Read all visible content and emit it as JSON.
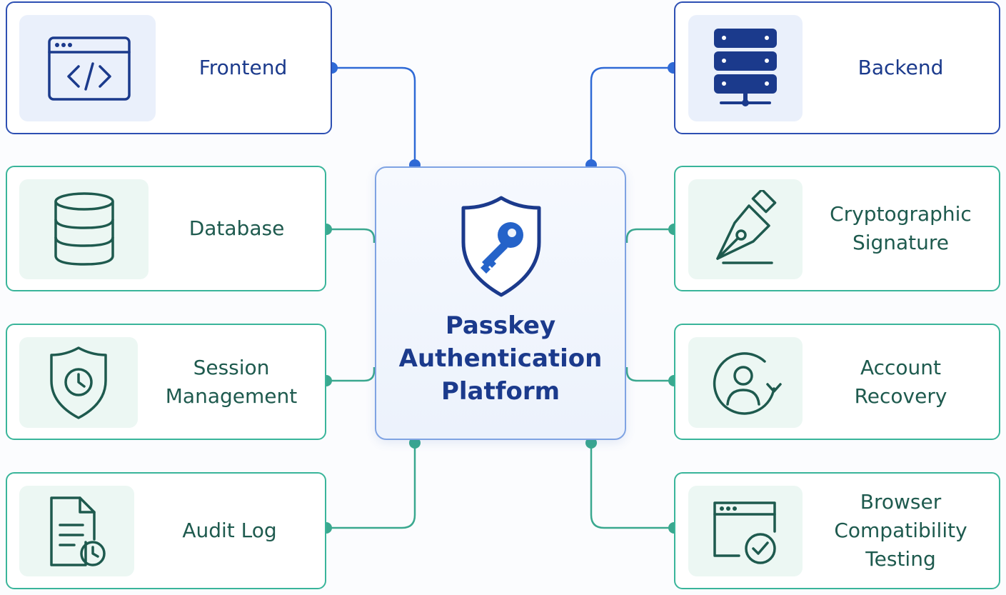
{
  "hub": {
    "title_lines": [
      "Passkey",
      "Authentication",
      "Platform"
    ],
    "icon": "shield-key-icon"
  },
  "nodes": {
    "frontend": {
      "lines": [
        "Frontend"
      ],
      "icon": "code-window-icon"
    },
    "backend": {
      "lines": [
        "Backend"
      ],
      "icon": "server-stack-icon"
    },
    "database": {
      "lines": [
        "Database"
      ],
      "icon": "database-icon"
    },
    "cryptographic_signature": {
      "lines": [
        "Cryptographic",
        "Signature"
      ],
      "icon": "fountain-pen-icon"
    },
    "session_management": {
      "lines": [
        "Session",
        "Management"
      ],
      "icon": "shield-clock-icon"
    },
    "account_recovery": {
      "lines": [
        "Account",
        "Recovery"
      ],
      "icon": "user-refresh-icon"
    },
    "audit_log": {
      "lines": [
        "Audit Log"
      ],
      "icon": "document-clock-icon"
    },
    "browser_compatibility_testing": {
      "lines": [
        "Browser",
        "Compatibility",
        "Testing"
      ],
      "icon": "browser-check-icon"
    }
  },
  "colors": {
    "core_border": "#2d4fb3",
    "core_text": "#1b3a8c",
    "support_border": "#39b59a",
    "support_text": "#1e5a4e",
    "core_connector": "#2f6ad6",
    "support_connector": "#3aa88f"
  }
}
